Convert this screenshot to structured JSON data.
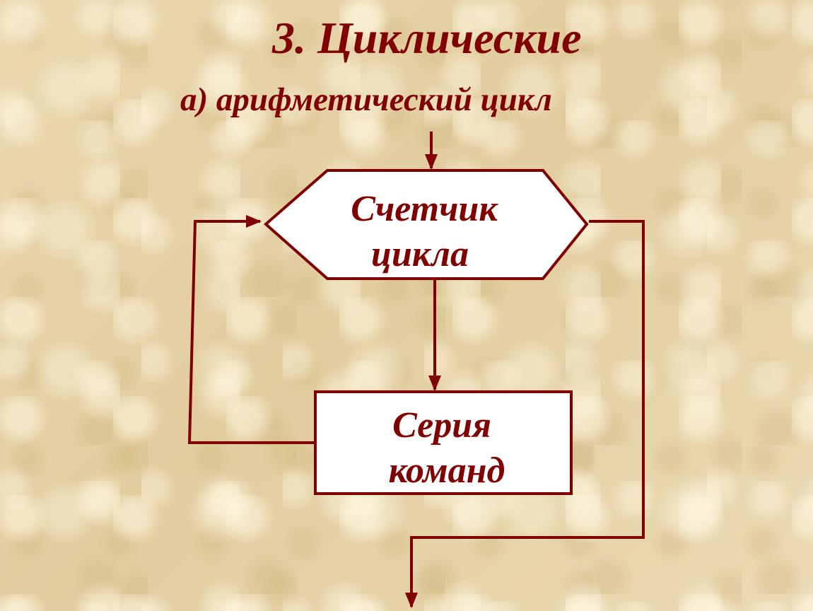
{
  "heading": {
    "title": "3. Циклические",
    "subtitle": "а) арифметический цикл"
  },
  "flowchart": {
    "counter_node": {
      "line1": "Счетчик",
      "line2": "цикла"
    },
    "series_node": {
      "line1": "Серия",
      "line2": "команд"
    }
  },
  "colors": {
    "accent": "#800000",
    "node_fill": "#ffffff",
    "background": "#e6d3a8"
  }
}
